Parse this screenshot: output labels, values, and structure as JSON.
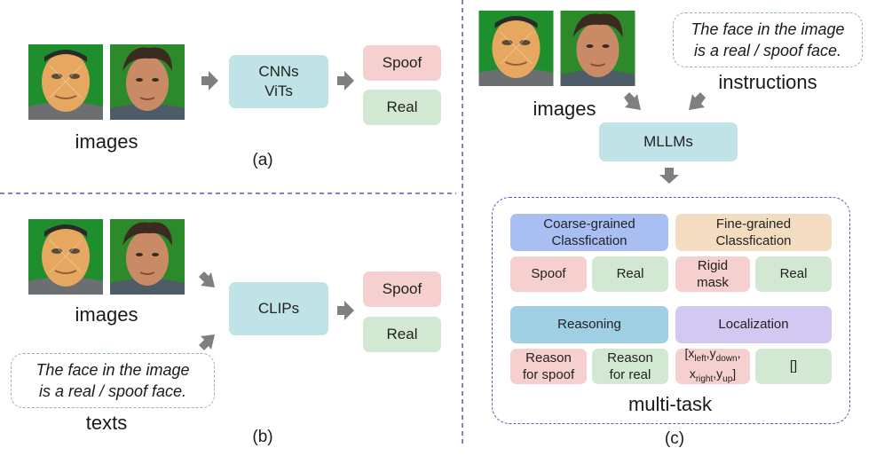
{
  "panel_a": {
    "images_label": "images",
    "model": [
      "CNNs",
      "ViTs"
    ],
    "outputs": [
      "Spoof",
      "Real"
    ],
    "caption": "(a)"
  },
  "panel_b": {
    "images_label": "images",
    "model": "CLIPs",
    "outputs": [
      "Spoof",
      "Real"
    ],
    "text_prompt": [
      "The face in the image",
      "is a real / spoof face."
    ],
    "texts_label": "texts",
    "caption": "(b)"
  },
  "panel_c": {
    "images_label": "images",
    "instruction": [
      "The face in the image",
      "is a real / spoof face."
    ],
    "instructions_label": "instructions",
    "model": "MLLMs",
    "coarse_title": [
      "Coarse-grained",
      "Classfication"
    ],
    "fine_title": [
      "Fine-grained",
      "Classfication"
    ],
    "coarse_outputs": [
      "Spoof",
      "Real"
    ],
    "fine_outputs": [
      [
        "Rigid",
        "mask"
      ],
      "Real"
    ],
    "reasoning_title": "Reasoning",
    "localization_title": "Localization",
    "reasoning_outputs": [
      [
        "Reason",
        "for spoof"
      ],
      [
        "Reason",
        "for real"
      ]
    ],
    "localization_outputs": {
      "coords": {
        "x": "x",
        "left": "left",
        "y": "y",
        "down": "down",
        "right": "right",
        "up": "up"
      },
      "empty": "[]"
    },
    "multitask_label": "multi-task",
    "caption": "(c)"
  },
  "colors": {
    "model_box": "#bfe3e6",
    "spoof": "#f6cfcf",
    "real": "#d3e8d3",
    "coarse": "#a9bff4",
    "fine": "#f3dcbf",
    "reasoning": "#9fcfe3",
    "localization": "#d3c8f1",
    "divider": "#5a5ab8",
    "arrow": "#7f7f7f"
  }
}
